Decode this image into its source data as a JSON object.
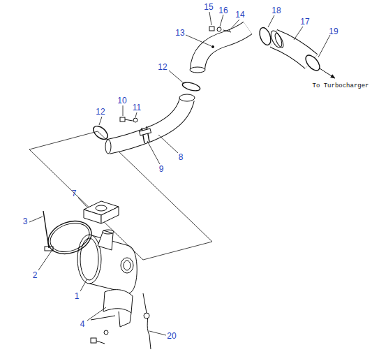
{
  "diagram": {
    "labels": [
      "15",
      "16",
      "14",
      "18",
      "13",
      "17",
      "19",
      "To Turbocharger",
      "12",
      "10",
      "11",
      "12",
      "8",
      "9",
      "7",
      "3",
      "2",
      "1",
      "4",
      "20"
    ]
  }
}
